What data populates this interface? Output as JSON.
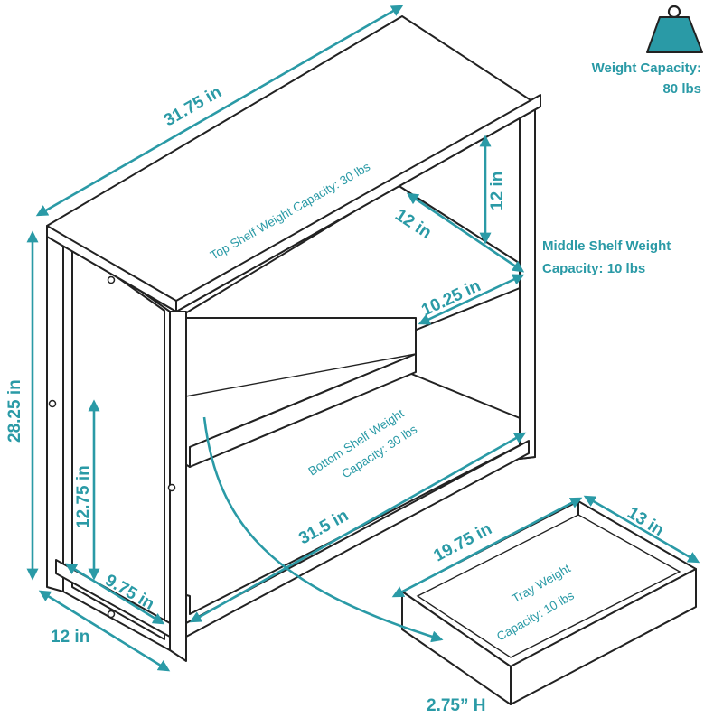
{
  "colors": {
    "accent": "#2a9aa6",
    "ink": "#222222",
    "background": "#ffffff"
  },
  "icon": "weight-icon",
  "weight_capacity": {
    "line1": "Weight Capacity:",
    "line2": "80 lbs"
  },
  "dimensions": {
    "top_length": "31.75 in",
    "height": "28.25 in",
    "depth": "12 in",
    "upper_gap_height": "12 in",
    "upper_gap_depth": "12 in",
    "drawer_depth": "10.25 in",
    "lower_gap_height": "12.75 in",
    "lower_depth": "9.75 in",
    "inner_length": "31.5 in"
  },
  "shelves": {
    "top": "Top Shelf Weight Capacity: 30 lbs",
    "middle_line1": "Middle Shelf Weight",
    "middle_line2": "Capacity: 10 lbs",
    "bottom_line1": "Bottom Shelf Weight",
    "bottom_line2": "Capacity: 30 lbs"
  },
  "tray": {
    "length": "19.75 in",
    "width": "13 in",
    "height": "2.75” H",
    "capacity_line1": "Tray Weight",
    "capacity_line2": "Capacity: 10 lbs"
  }
}
